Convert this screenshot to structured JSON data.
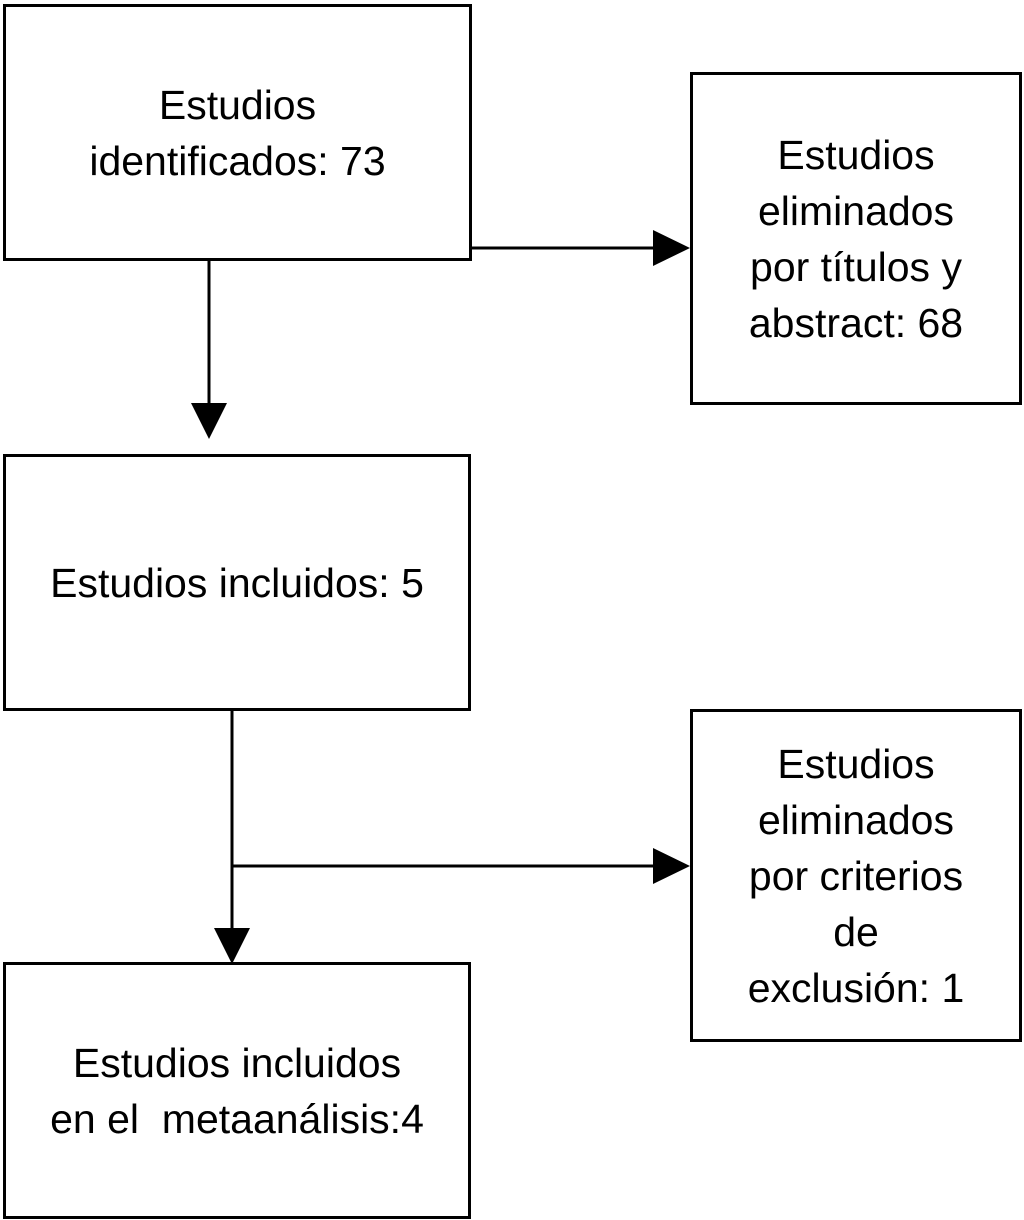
{
  "flowchart": {
    "identified": {
      "lines": [
        "Estudios",
        "identificados: 73"
      ]
    },
    "excluded_by_title": {
      "lines": [
        "Estudios",
        "eliminados",
        "por títulos y",
        "abstract: 68"
      ]
    },
    "included": {
      "lines": [
        "Estudios incluidos: 5"
      ]
    },
    "excluded_by_criteria": {
      "lines": [
        "Estudios",
        "eliminados",
        "por criterios",
        "de",
        "exclusión: 1"
      ]
    },
    "meta_analysis": {
      "lines": [
        "Estudios incluidos",
        "en el  metaanálisis:4"
      ]
    }
  }
}
